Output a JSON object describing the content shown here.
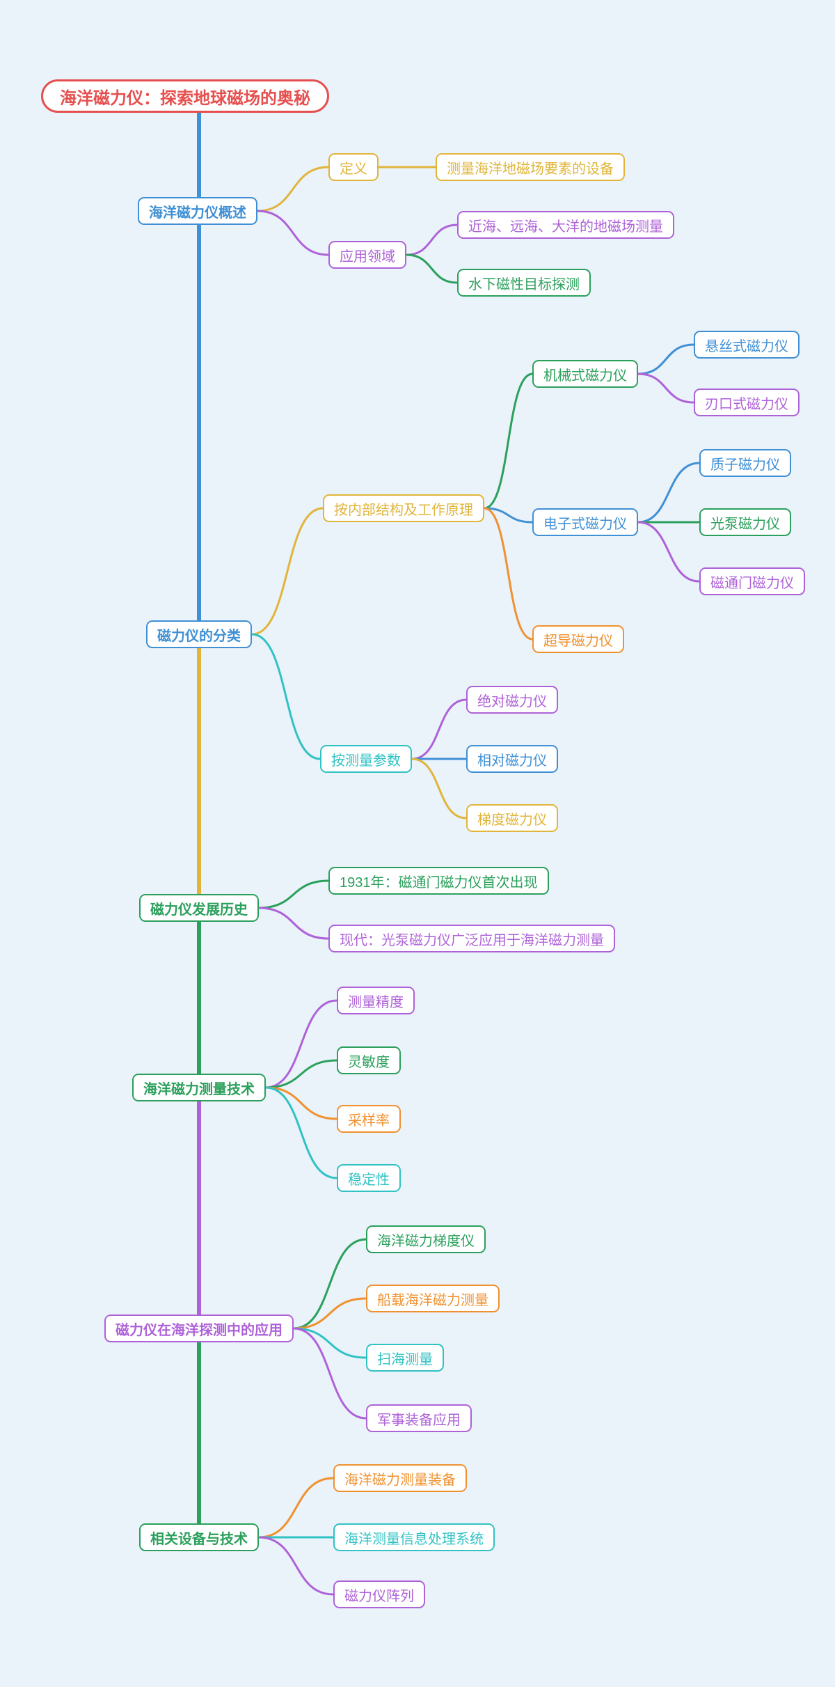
{
  "palette": {
    "bg": "#eaf2fa",
    "red": "#e5504f",
    "blue": "#4090d5",
    "yellow": "#e0b53a",
    "purple": "#ae62d8",
    "green": "#2ba05c",
    "teal": "#30c2c4",
    "orange": "#f0912f"
  },
  "tree": {
    "label": "海洋磁力仪：探索地球磁场的奥秘",
    "color": "red",
    "children": [
      {
        "label": "海洋磁力仪概述",
        "color": "blue",
        "children": [
          {
            "label": "定义",
            "color": "yellow",
            "children": [
              {
                "label": "测量海洋地磁场要素的设备",
                "color": "yellow"
              }
            ]
          },
          {
            "label": "应用领域",
            "color": "purple",
            "children": [
              {
                "label": "近海、远海、大洋的地磁场测量",
                "color": "purple"
              },
              {
                "label": "水下磁性目标探测",
                "color": "green"
              }
            ]
          }
        ]
      },
      {
        "label": "磁力仪的分类",
        "color": "blue",
        "children": [
          {
            "label": "按内部结构及工作原理",
            "color": "yellow",
            "children": [
              {
                "label": "机械式磁力仪",
                "color": "green",
                "children": [
                  {
                    "label": "悬丝式磁力仪",
                    "color": "blue"
                  },
                  {
                    "label": "刃口式磁力仪",
                    "color": "purple"
                  }
                ]
              },
              {
                "label": "电子式磁力仪",
                "color": "blue",
                "children": [
                  {
                    "label": "质子磁力仪",
                    "color": "blue"
                  },
                  {
                    "label": "光泵磁力仪",
                    "color": "green"
                  },
                  {
                    "label": "磁通门磁力仪",
                    "color": "purple"
                  }
                ]
              },
              {
                "label": "超导磁力仪",
                "color": "orange"
              }
            ]
          },
          {
            "label": "按测量参数",
            "color": "teal",
            "children": [
              {
                "label": "绝对磁力仪",
                "color": "purple"
              },
              {
                "label": "相对磁力仪",
                "color": "blue"
              },
              {
                "label": "梯度磁力仪",
                "color": "yellow"
              }
            ]
          }
        ]
      },
      {
        "label": "磁力仪发展历史",
        "color": "green",
        "children": [
          {
            "label": "1931年：磁通门磁力仪首次出现",
            "color": "green"
          },
          {
            "label": "现代：光泵磁力仪广泛应用于海洋磁力测量",
            "color": "purple"
          }
        ]
      },
      {
        "label": "海洋磁力测量技术",
        "color": "green",
        "children": [
          {
            "label": "测量精度",
            "color": "purple"
          },
          {
            "label": "灵敏度",
            "color": "green"
          },
          {
            "label": "采样率",
            "color": "orange"
          },
          {
            "label": "稳定性",
            "color": "teal"
          }
        ]
      },
      {
        "label": "磁力仪在海洋探测中的应用",
        "color": "purple",
        "children": [
          {
            "label": "海洋磁力梯度仪",
            "color": "green"
          },
          {
            "label": "船载海洋磁力测量",
            "color": "orange"
          },
          {
            "label": "扫海测量",
            "color": "teal"
          },
          {
            "label": "军事装备应用",
            "color": "purple"
          }
        ]
      },
      {
        "label": "相关设备与技术",
        "color": "green",
        "children": [
          {
            "label": "海洋磁力测量装备",
            "color": "orange"
          },
          {
            "label": "海洋测量信息处理系统",
            "color": "teal"
          },
          {
            "label": "磁力仪阵列",
            "color": "purple"
          }
        ]
      }
    ]
  }
}
